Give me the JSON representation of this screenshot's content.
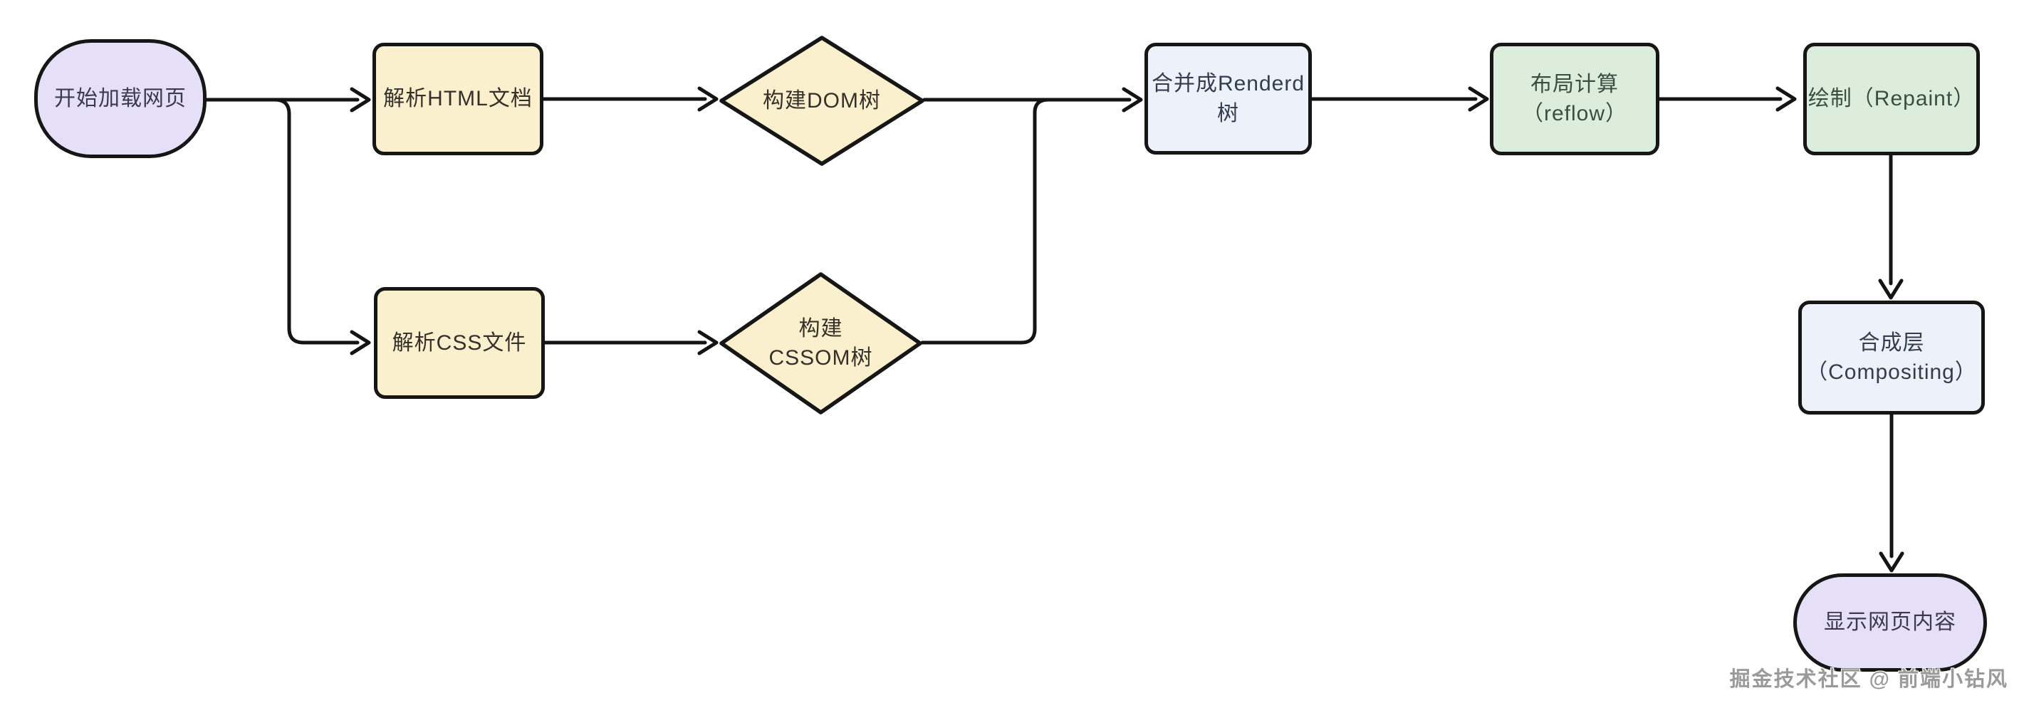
{
  "diagram": {
    "title": "browser-page-rendering-flowchart",
    "background": "#ffffff",
    "stroke_color": "#141414",
    "nodes": {
      "start": {
        "label": "开始加载网页",
        "fill": "#e5e0f7",
        "shape": "stadium"
      },
      "parse_html": {
        "label": "解析HTML文档",
        "fill": "#faf0ce",
        "shape": "rect"
      },
      "build_dom": {
        "label": "构建DOM树",
        "fill": "#faf0ce",
        "shape": "diamond"
      },
      "parse_css": {
        "label": "解析CSS文件",
        "fill": "#faf0ce",
        "shape": "rect"
      },
      "build_cssom": {
        "line1": "构建",
        "line2": "CSSOM树",
        "fill": "#faf0ce",
        "shape": "diamond"
      },
      "render_tree": {
        "line1": "合并成Renderd",
        "line2": "树",
        "fill": "#edf1f9",
        "shape": "rect"
      },
      "layout": {
        "line1": "布局计算",
        "line2": "（reflow）",
        "fill": "#dcedDC",
        "shape": "rect"
      },
      "paint": {
        "label": "绘制（Repaint）",
        "fill": "#dceddc",
        "shape": "rect"
      },
      "composite": {
        "line1": "合成层",
        "line2": "（Compositing）",
        "fill": "#edf1f9",
        "shape": "rect"
      },
      "display": {
        "label": "显示网页内容",
        "fill": "#e5e0f7",
        "shape": "stadium"
      }
    },
    "edges": [
      "start → parse_html",
      "start → parse_css",
      "parse_html → build_dom",
      "parse_css → build_cssom",
      "build_dom → render_tree",
      "build_cssom → render_tree",
      "render_tree → layout",
      "layout → paint",
      "paint → composite",
      "composite → display"
    ],
    "watermark": "掘金技术社区 @ 前端小钻风"
  }
}
